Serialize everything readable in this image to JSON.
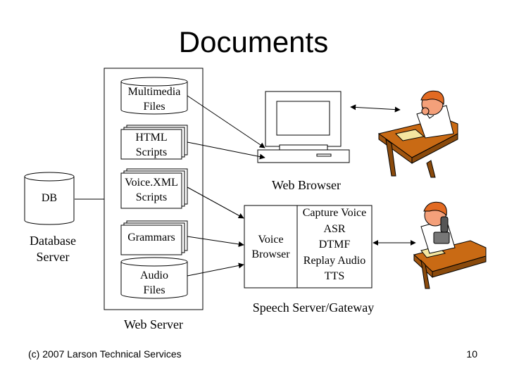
{
  "title": "Documents",
  "web_server": {
    "label": "Web Server",
    "items": {
      "multimedia": "Multimedia\nFiles",
      "html": "HTML\nScripts",
      "voicexml": "Voice.XML\nScripts",
      "grammars": "Grammars",
      "audio": "Audio\nFiles"
    }
  },
  "database": {
    "db_label": "DB",
    "server_label": "Database\nServer"
  },
  "web_browser": {
    "label": "Web Browser"
  },
  "speech_server": {
    "label": "Speech Server/Gateway",
    "voice_browser": "Voice\nBrowser",
    "services": [
      "Capture Voice",
      "ASR",
      "DTMF",
      "Replay Audio",
      "TTS"
    ]
  },
  "footer": {
    "copyright": "(c) 2007 Larson Technical Services",
    "page_number": "10"
  },
  "colors": {
    "skin": "#f4a07a",
    "hair": "#e26a22",
    "desk": "#c96a14",
    "desk_dark": "#8a4a0c",
    "paper": "#f4e6a0"
  }
}
